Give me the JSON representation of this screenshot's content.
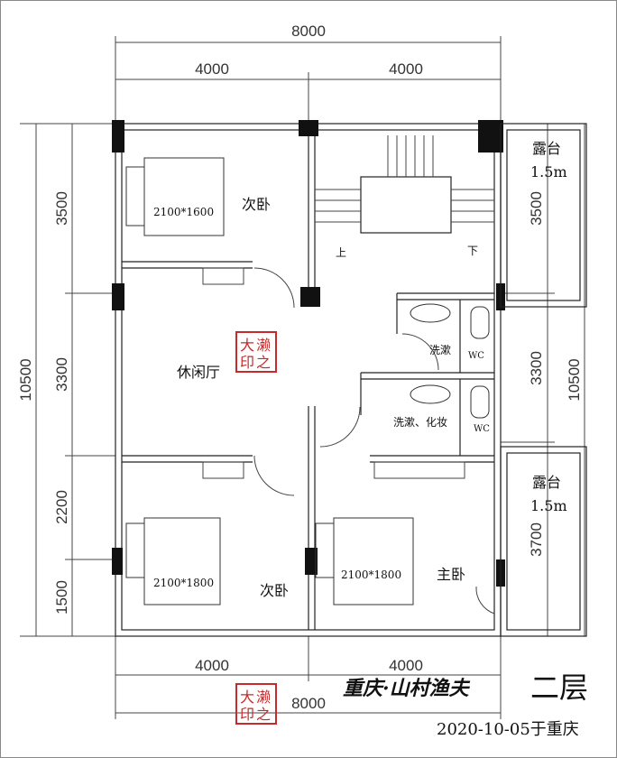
{
  "dimensions": {
    "top_total": "8000",
    "top_left": "4000",
    "top_right": "4000",
    "bottom_left": "4000",
    "bottom_right": "4000",
    "bottom_total": "8000",
    "left_total": "10500",
    "left_segments": [
      "3500",
      "3300",
      "2200",
      "1500"
    ],
    "right_total": "10500",
    "right_segments": [
      "3500",
      "3300",
      "3700"
    ]
  },
  "rooms": {
    "bedroom_top": "次卧",
    "bed_top_size": "2100*1600",
    "balcony_top_label": "露台",
    "balcony_top_size": "1.5m",
    "stair_up": "上",
    "stair_down": "下",
    "lounge": "休闲厅",
    "wash1": "洗漱",
    "wc1": "WC",
    "wash2": "洗漱、化妆",
    "wc2": "WC",
    "balcony_bottom_label": "露台",
    "balcony_bottom_size": "1.5m",
    "bed_bl_size": "2100*1800",
    "bedroom_bl": "次卧",
    "bed_master_size": "2100*1800",
    "master_bedroom": "主卧"
  },
  "footer": {
    "floor_label": "二层",
    "signature": "重庆·山村渔夫",
    "date_place": "2020-10-05于重庆"
  },
  "seal": {
    "text": "大印 濑之"
  },
  "colors": {
    "seal": "#c62a2a",
    "line": "#444444"
  }
}
